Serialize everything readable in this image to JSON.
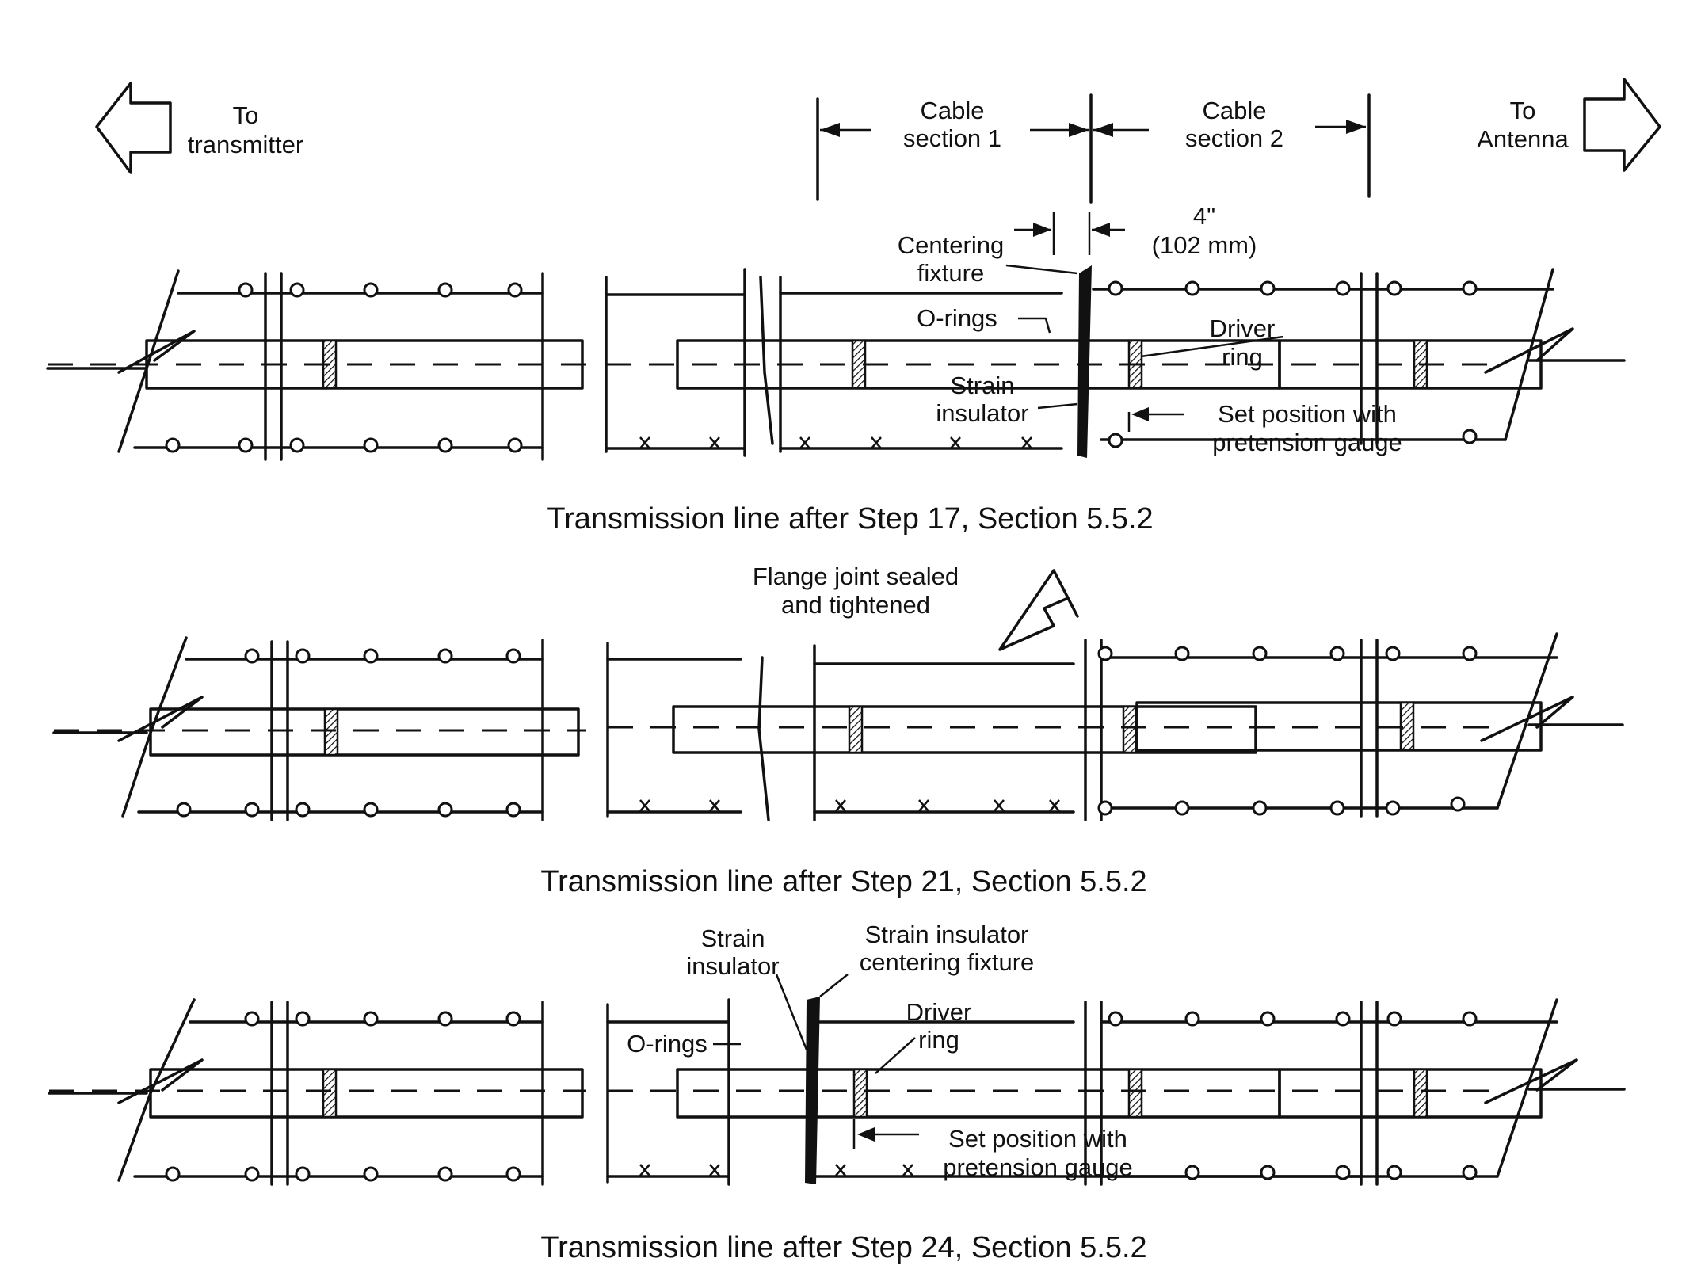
{
  "labels": {
    "to_transmitter": [
      "To",
      "transmitter"
    ],
    "to_antenna": [
      "To",
      "Antenna"
    ],
    "cable_section_1": [
      "Cable",
      "section 1"
    ],
    "cable_section_2": [
      "Cable",
      "section 2"
    ],
    "dimension": [
      "4\"",
      "(102 mm)"
    ],
    "centering_fixture": [
      "Centering",
      "fixture"
    ],
    "o_rings": "O-rings",
    "driver_ring": [
      "Driver",
      "ring"
    ],
    "strain_insulator": [
      "Strain",
      "insulator"
    ],
    "set_position": [
      "Set position with",
      "pretension gauge"
    ],
    "flange_joint": [
      "Flange joint sealed",
      "and tightened"
    ],
    "strain_insulator_centering": [
      "Strain insulator",
      "centering fixture"
    ]
  },
  "captions": [
    "Transmission line after Step 17, Section 5.5.2",
    "Transmission line after Step 21, Section 5.5.2",
    "Transmission line after Step 24, Section 5.5.2"
  ],
  "icons": [
    "left-arrow-icon",
    "right-arrow-icon"
  ]
}
